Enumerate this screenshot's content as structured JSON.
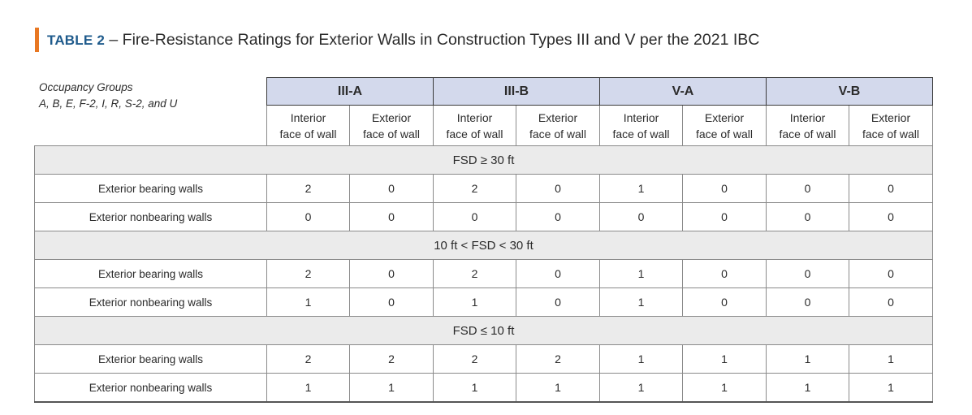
{
  "title": {
    "label": "TABLE 2",
    "text": " – Fire-Resistance Ratings for Exterior Walls in Construction Types III and V per the 2021 IBC"
  },
  "occupancy": {
    "line1": "Occupancy Groups",
    "line2": "A, B, E, F-2, I, R, S-2, and U"
  },
  "groups": [
    "III-A",
    "III-B",
    "V-A",
    "V-B"
  ],
  "subheaders": {
    "interior_1": "Interior",
    "interior_2": "face of wall",
    "exterior_1": "Exterior",
    "exterior_2": "face of wall"
  },
  "sections": [
    {
      "heading": "FSD ≥ 30 ft",
      "rows": [
        {
          "label": "Exterior bearing walls",
          "values": [
            "2",
            "0",
            "2",
            "0",
            "1",
            "0",
            "0",
            "0"
          ]
        },
        {
          "label": "Exterior nonbearing walls",
          "values": [
            "0",
            "0",
            "0",
            "0",
            "0",
            "0",
            "0",
            "0"
          ]
        }
      ]
    },
    {
      "heading": "10 ft < FSD < 30 ft",
      "rows": [
        {
          "label": "Exterior bearing walls",
          "values": [
            "2",
            "0",
            "2",
            "0",
            "1",
            "0",
            "0",
            "0"
          ]
        },
        {
          "label": "Exterior nonbearing walls",
          "values": [
            "1",
            "0",
            "1",
            "0",
            "1",
            "0",
            "0",
            "0"
          ]
        }
      ]
    },
    {
      "heading": "FSD ≤ 10 ft",
      "rows": [
        {
          "label": "Exterior bearing walls",
          "values": [
            "2",
            "2",
            "2",
            "2",
            "1",
            "1",
            "1",
            "1"
          ]
        },
        {
          "label": "Exterior nonbearing walls",
          "values": [
            "1",
            "1",
            "1",
            "1",
            "1",
            "1",
            "1",
            "1"
          ]
        }
      ]
    }
  ],
  "colors": {
    "accent_bar": "#e87722",
    "title_label": "#1f5b8c",
    "group_header_bg": "#d3d9ec",
    "section_bg": "#ebebeb"
  }
}
